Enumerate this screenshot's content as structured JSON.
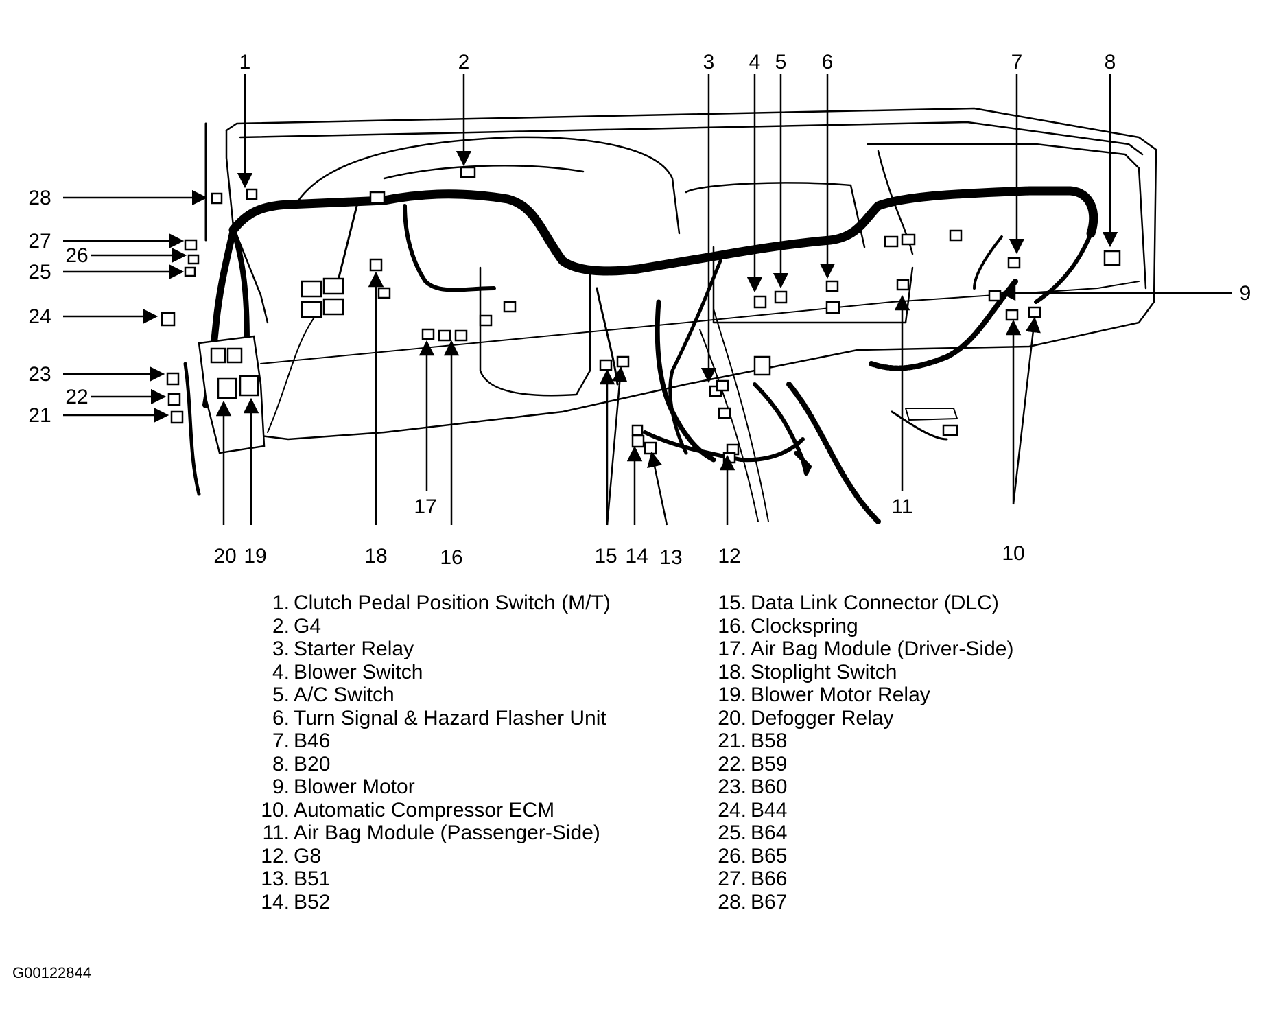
{
  "figure_id": "G00122844",
  "callouts": [
    "1",
    "2",
    "3",
    "4",
    "5",
    "6",
    "7",
    "8",
    "9",
    "10",
    "11",
    "12",
    "13",
    "14",
    "15",
    "16",
    "17",
    "18",
    "19",
    "20",
    "21",
    "22",
    "23",
    "24",
    "25",
    "26",
    "27",
    "28"
  ],
  "legend_left": [
    {
      "num": "1.",
      "label": "Clutch Pedal Position Switch (M/T)"
    },
    {
      "num": "2.",
      "label": "G4"
    },
    {
      "num": "3.",
      "label": "Starter Relay"
    },
    {
      "num": "4.",
      "label": "Blower Switch"
    },
    {
      "num": "5.",
      "label": "A/C Switch"
    },
    {
      "num": "6.",
      "label": "Turn Signal & Hazard Flasher Unit"
    },
    {
      "num": "7.",
      "label": "B46"
    },
    {
      "num": "8.",
      "label": "B20"
    },
    {
      "num": "9.",
      "label": "Blower Motor"
    },
    {
      "num": "10.",
      "label": "Automatic Compressor ECM"
    },
    {
      "num": "11.",
      "label": "Air Bag Module (Passenger-Side)"
    },
    {
      "num": "12.",
      "label": "G8"
    },
    {
      "num": "13.",
      "label": "B51"
    },
    {
      "num": "14.",
      "label": "B52"
    }
  ],
  "legend_right": [
    {
      "num": "15.",
      "label": "Data Link Connector (DLC)"
    },
    {
      "num": "16.",
      "label": "Clockspring"
    },
    {
      "num": "17.",
      "label": "Air Bag Module (Driver-Side)"
    },
    {
      "num": "18.",
      "label": "Stoplight Switch"
    },
    {
      "num": "19.",
      "label": "Blower Motor Relay"
    },
    {
      "num": "20.",
      "label": "Defogger Relay"
    },
    {
      "num": "21.",
      "label": "B58"
    },
    {
      "num": "22.",
      "label": "B59"
    },
    {
      "num": "23.",
      "label": "B60"
    },
    {
      "num": "24.",
      "label": "B44"
    },
    {
      "num": "25.",
      "label": "B64"
    },
    {
      "num": "26.",
      "label": "B65"
    },
    {
      "num": "27.",
      "label": "B66"
    },
    {
      "num": "28.",
      "label": "B67"
    }
  ]
}
